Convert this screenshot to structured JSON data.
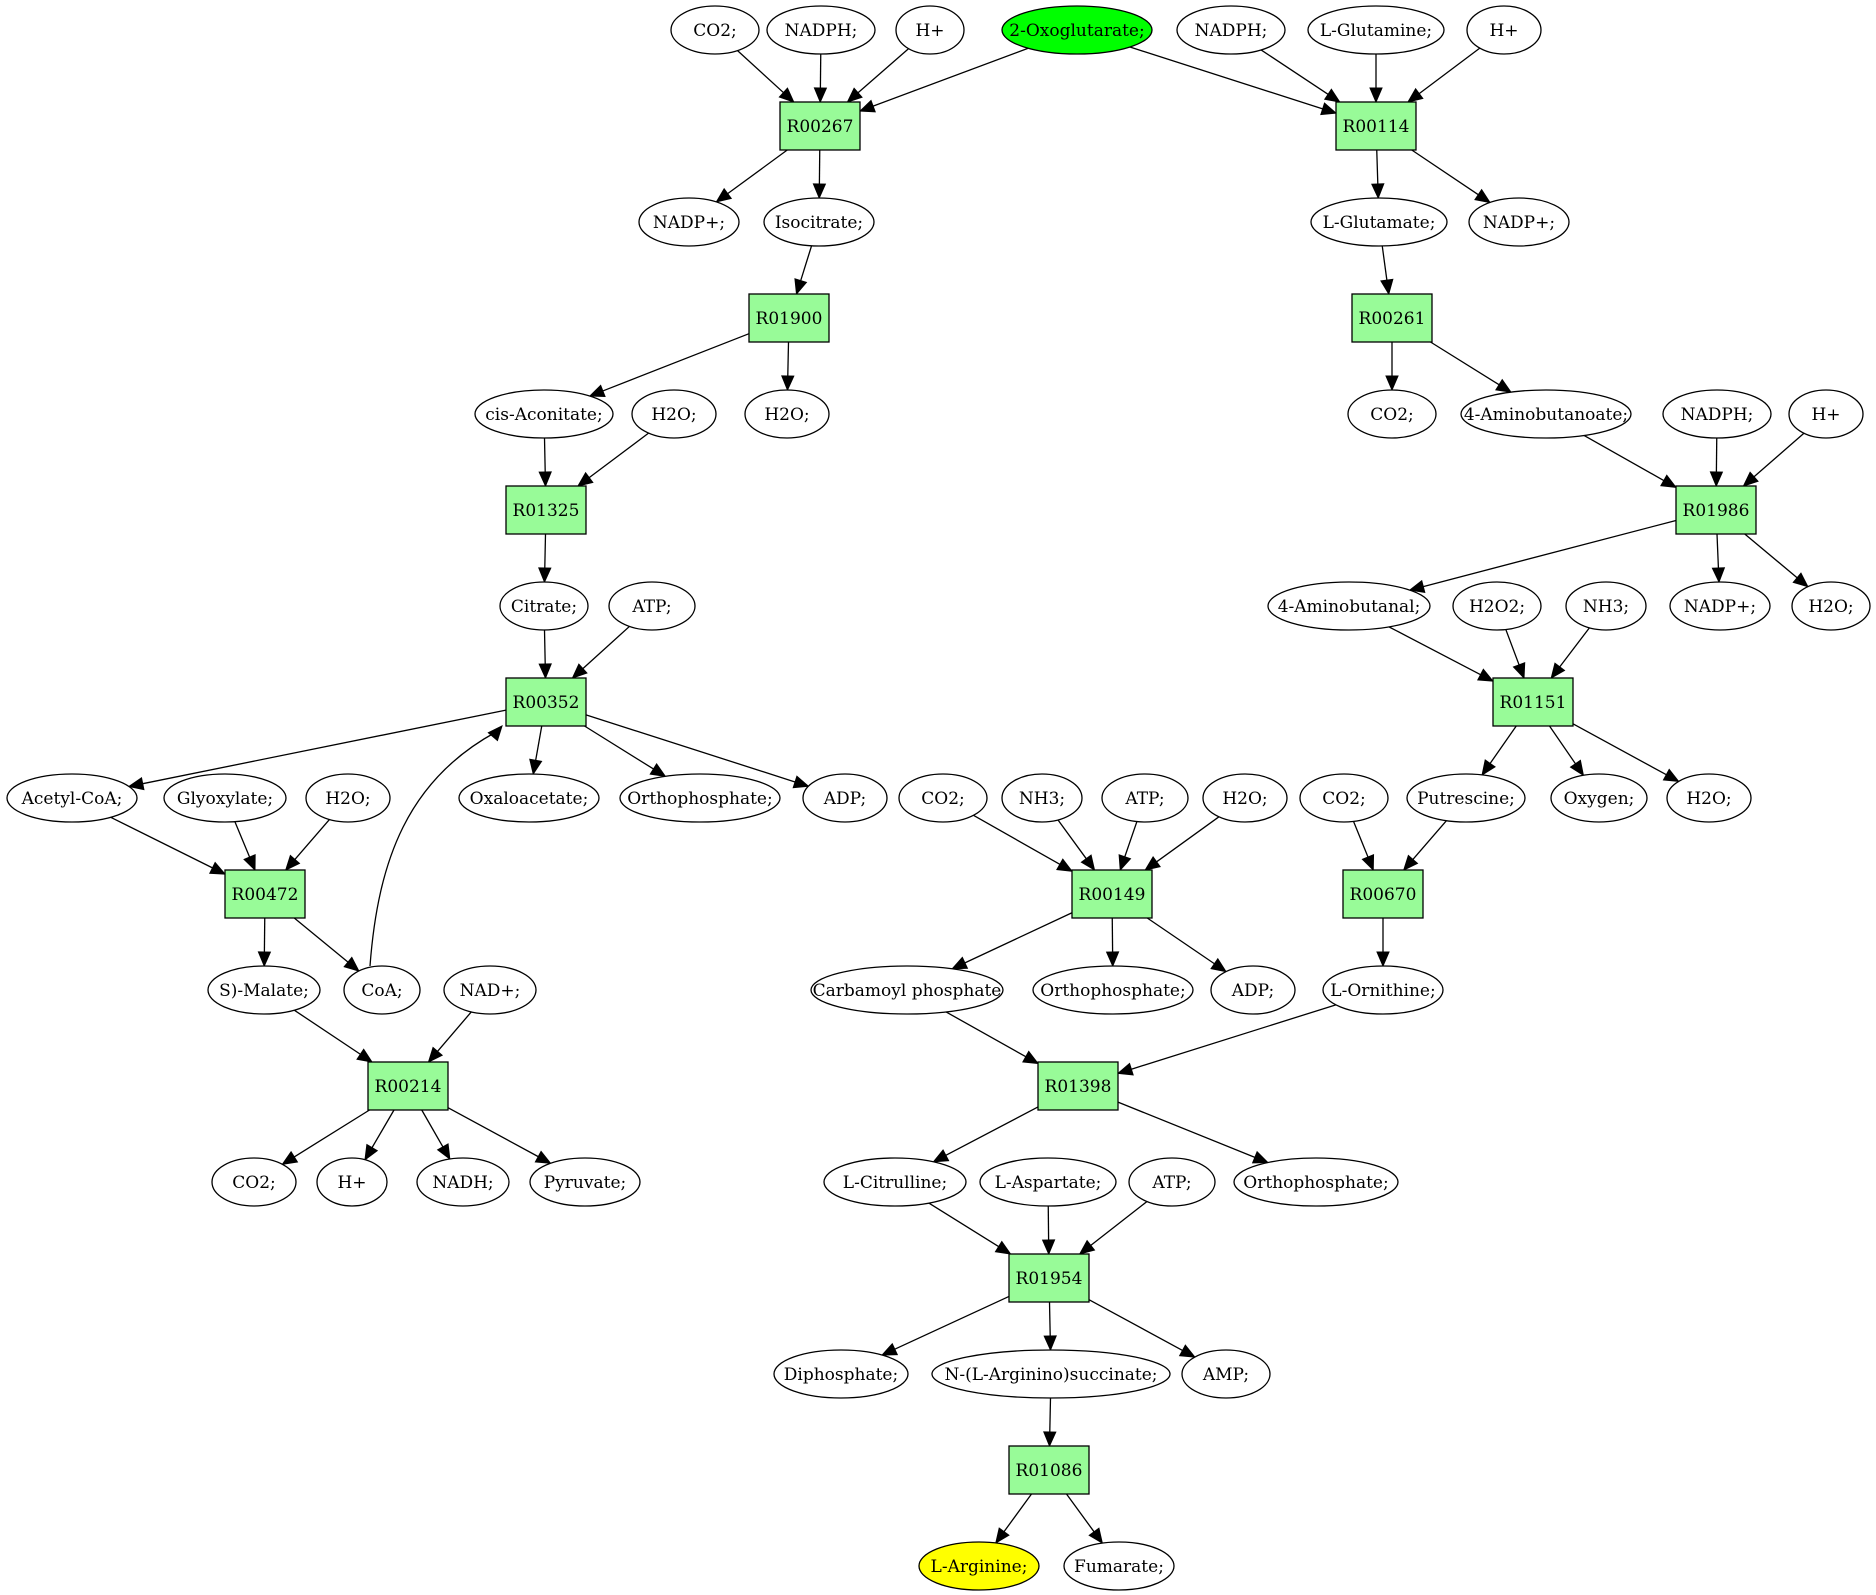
{
  "colors": {
    "source": "#00ff00",
    "target": "#ffff00",
    "reaction": "#98fb98",
    "compound": "#ffffff"
  },
  "compounds": {
    "c_co2_a": "CO2;",
    "c_nadph_a": "NADPH;",
    "c_h_a": "H+",
    "c_oxo": "2-Oxoglutarate;",
    "c_nadph_b": "NADPH;",
    "c_lgln": "L-Glutamine;",
    "c_h_b": "H+",
    "c_nadp_a": "NADP+;",
    "c_isocit": "Isocitrate;",
    "c_lglu": "L-Glutamate;",
    "c_nadp_b": "NADP+;",
    "c_cisacon": "cis-Aconitate;",
    "c_h2o_a": "H2O;",
    "c_h2o_b": "H2O;",
    "c_co2_b": "CO2;",
    "c_4abutanoate": "4-Aminobutanoate;",
    "c_nadph_c": "NADPH;",
    "c_h_c": "H+",
    "c_citrate": "Citrate;",
    "c_atp_a": "ATP;",
    "c_4abutanal": "4-Aminobutanal;",
    "c_h2o2": "H2O2;",
    "c_nh3_a": "NH3;",
    "c_nadp_c": "NADP+;",
    "c_h2o_c": "H2O;",
    "c_acoa": "Acetyl-CoA;",
    "c_glyox": "Glyoxylate;",
    "c_h2o_d": "H2O;",
    "c_oaa": "Oxaloacetate;",
    "c_pi_a": "Orthophosphate;",
    "c_adp_a": "ADP;",
    "c_co2_c": "CO2;",
    "c_nh3_b": "NH3;",
    "c_atp_b": "ATP;",
    "c_h2o_e": "H2O;",
    "c_co2_d": "CO2;",
    "c_putr": "Putrescine;",
    "c_oxygen": "Oxygen;",
    "c_h2o_f": "H2O;",
    "c_malate": "S)-Malate;",
    "c_coa": "CoA;",
    "c_nad": "NAD+;",
    "c_carbp": "Carbamoyl phosphate",
    "c_pi_b": "Orthophosphate;",
    "c_adp_b": "ADP;",
    "c_lorn": "L-Ornithine;",
    "c_co2_e": "CO2;",
    "c_h_d": "H+",
    "c_nadh": "NADH;",
    "c_pyr": "Pyruvate;",
    "c_lcit": "L-Citrulline;",
    "c_lasp": "L-Aspartate;",
    "c_atp_c": "ATP;",
    "c_pi_c": "Orthophosphate;",
    "c_ppi": "Diphosphate;",
    "c_argsucc": "N-(L-Arginino)succinate;",
    "c_amp": "AMP;",
    "c_larg": "L-Arginine;",
    "c_fum": "Fumarate;"
  },
  "reactions": {
    "r_00267": "R00267",
    "r_00114": "R00114",
    "r_01900": "R01900",
    "r_00261": "R00261",
    "r_01325": "R01325",
    "r_01986": "R01986",
    "r_00352": "R00352",
    "r_01151": "R01151",
    "r_00472": "R00472",
    "r_00149": "R00149",
    "r_00670": "R00670",
    "r_00214": "R00214",
    "r_01398": "R01398",
    "r_01954": "R01954",
    "r_01086": "R01086"
  },
  "highlights": {
    "source": "c_oxo",
    "target": "c_larg"
  },
  "edges": [
    [
      "c_co2_a",
      "r_00267"
    ],
    [
      "c_nadph_a",
      "r_00267"
    ],
    [
      "c_h_a",
      "r_00267"
    ],
    [
      "c_oxo",
      "r_00267"
    ],
    [
      "c_oxo",
      "r_00114"
    ],
    [
      "c_nadph_b",
      "r_00114"
    ],
    [
      "c_lgln",
      "r_00114"
    ],
    [
      "c_h_b",
      "r_00114"
    ],
    [
      "r_00267",
      "c_nadp_a"
    ],
    [
      "r_00267",
      "c_isocit"
    ],
    [
      "r_00114",
      "c_lglu"
    ],
    [
      "r_00114",
      "c_nadp_b"
    ],
    [
      "c_isocit",
      "r_01900"
    ],
    [
      "c_lglu",
      "r_00261"
    ],
    [
      "r_01900",
      "c_cisacon"
    ],
    [
      "r_01900",
      "c_h2o_b"
    ],
    [
      "r_00261",
      "c_co2_b"
    ],
    [
      "r_00261",
      "c_4abutanoate"
    ],
    [
      "c_cisacon",
      "r_01325"
    ],
    [
      "c_h2o_a",
      "r_01325"
    ],
    [
      "c_4abutanoate",
      "r_01986"
    ],
    [
      "c_nadph_c",
      "r_01986"
    ],
    [
      "c_h_c",
      "r_01986"
    ],
    [
      "r_01325",
      "c_citrate"
    ],
    [
      "r_01986",
      "c_4abutanal"
    ],
    [
      "r_01986",
      "c_nadp_c"
    ],
    [
      "r_01986",
      "c_h2o_c"
    ],
    [
      "c_citrate",
      "r_00352"
    ],
    [
      "c_atp_a",
      "r_00352"
    ],
    [
      "c_coa",
      "r_00352"
    ],
    [
      "c_4abutanal",
      "r_01151"
    ],
    [
      "c_h2o2",
      "r_01151"
    ],
    [
      "c_nh3_a",
      "r_01151"
    ],
    [
      "r_00352",
      "c_acoa"
    ],
    [
      "r_00352",
      "c_oaa"
    ],
    [
      "r_00352",
      "c_pi_a"
    ],
    [
      "r_00352",
      "c_adp_a"
    ],
    [
      "r_01151",
      "c_putr"
    ],
    [
      "r_01151",
      "c_oxygen"
    ],
    [
      "r_01151",
      "c_h2o_f"
    ],
    [
      "c_acoa",
      "r_00472"
    ],
    [
      "c_glyox",
      "r_00472"
    ],
    [
      "c_h2o_d",
      "r_00472"
    ],
    [
      "c_co2_c",
      "r_00149"
    ],
    [
      "c_nh3_b",
      "r_00149"
    ],
    [
      "c_atp_b",
      "r_00149"
    ],
    [
      "c_h2o_e",
      "r_00149"
    ],
    [
      "c_co2_d",
      "r_00670"
    ],
    [
      "c_putr",
      "r_00670"
    ],
    [
      "r_00472",
      "c_malate"
    ],
    [
      "r_00472",
      "c_coa"
    ],
    [
      "r_00149",
      "c_carbp"
    ],
    [
      "r_00149",
      "c_pi_b"
    ],
    [
      "r_00149",
      "c_adp_b"
    ],
    [
      "r_00670",
      "c_lorn"
    ],
    [
      "c_malate",
      "r_00214"
    ],
    [
      "c_nad",
      "r_00214"
    ],
    [
      "c_carbp",
      "r_01398"
    ],
    [
      "c_lorn",
      "r_01398"
    ],
    [
      "r_00214",
      "c_co2_e"
    ],
    [
      "r_00214",
      "c_h_d"
    ],
    [
      "r_00214",
      "c_nadh"
    ],
    [
      "r_00214",
      "c_pyr"
    ],
    [
      "r_01398",
      "c_lcit"
    ],
    [
      "r_01398",
      "c_pi_c"
    ],
    [
      "c_lcit",
      "r_01954"
    ],
    [
      "c_lasp",
      "r_01954"
    ],
    [
      "c_atp_c",
      "r_01954"
    ],
    [
      "r_01954",
      "c_ppi"
    ],
    [
      "r_01954",
      "c_argsucc"
    ],
    [
      "r_01954",
      "c_amp"
    ],
    [
      "c_argsucc",
      "r_01086"
    ],
    [
      "r_01086",
      "c_larg"
    ],
    [
      "r_01086",
      "c_fum"
    ]
  ]
}
